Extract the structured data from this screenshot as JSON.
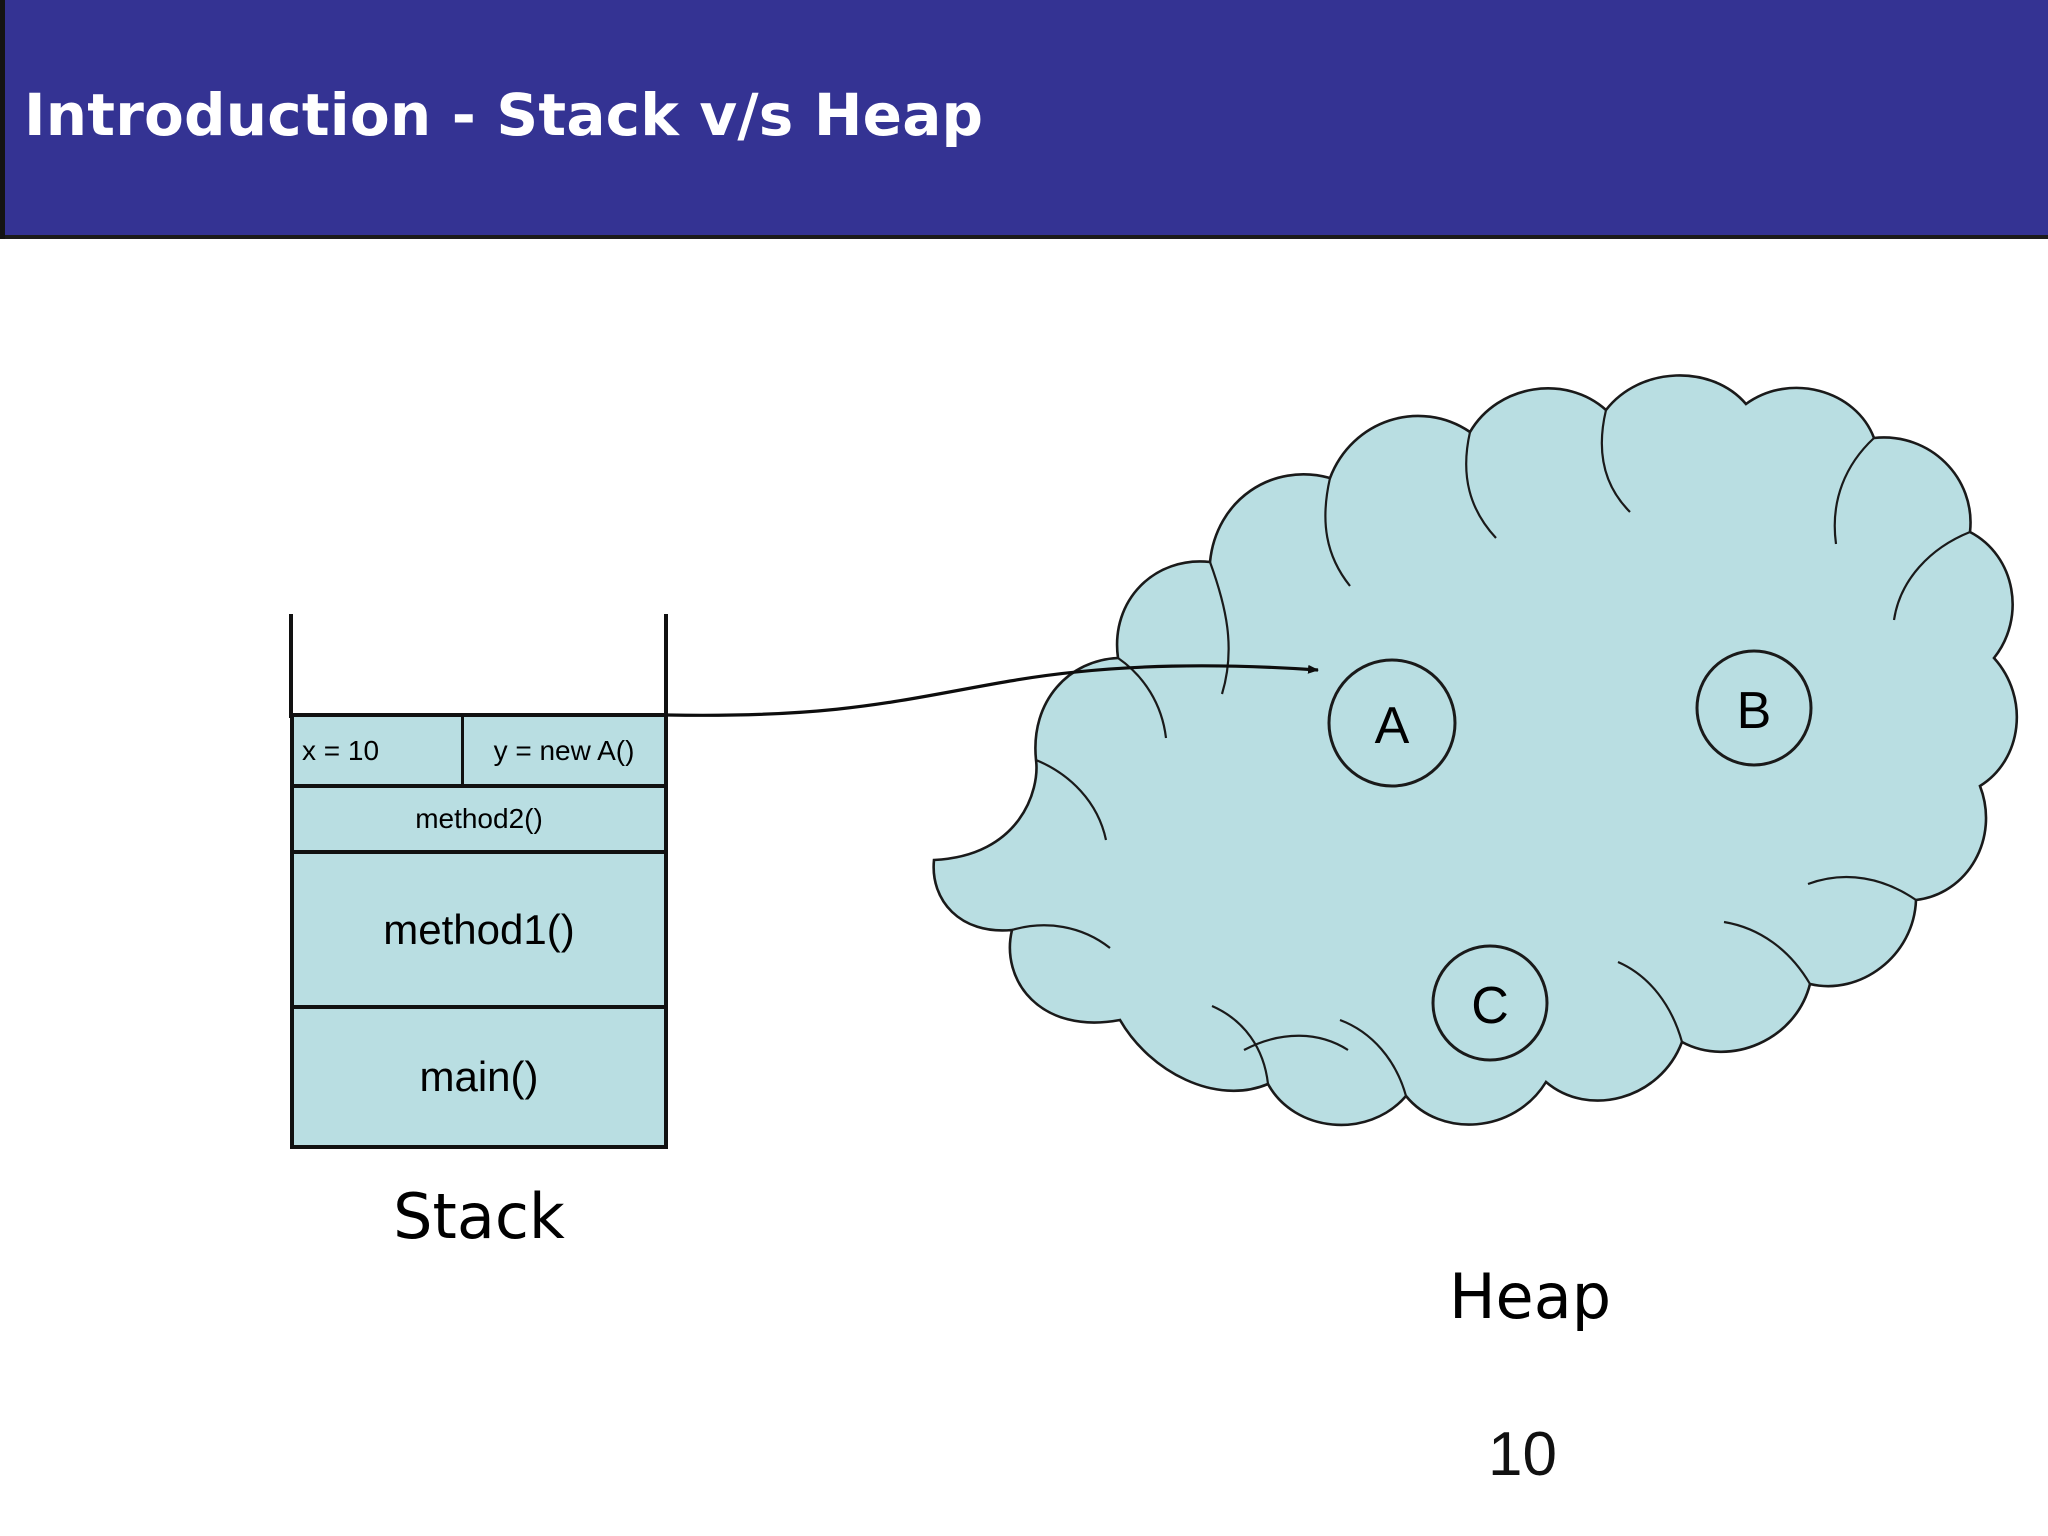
{
  "slide": {
    "title": "Introduction - Stack v/s Heap",
    "page_number": "10",
    "title_bar_color": "#343393",
    "title_text_color": "#ffffff",
    "background_color": "#ffffff"
  },
  "stack": {
    "label": "Stack",
    "fill_color": "#b9dee2",
    "border_color": "#111111",
    "frames": [
      {
        "name": "locals-row",
        "cells": [
          "x = 10",
          "y = new A()"
        ]
      },
      {
        "name": "method2-frame",
        "label": "method2()"
      },
      {
        "name": "method1-frame",
        "label": "method1()"
      },
      {
        "name": "main-frame",
        "label": "main()"
      }
    ]
  },
  "heap": {
    "label": "Heap",
    "fill_color": "#b9dee2",
    "outline_color": "#1a1a1a",
    "objects": [
      {
        "id": "object-a",
        "label": "A"
      },
      {
        "id": "object-b",
        "label": "B"
      },
      {
        "id": "object-c",
        "label": "C"
      }
    ]
  },
  "pointer": {
    "name": "reference-arrow",
    "from": "y = new A()",
    "to": "A",
    "color": "#0d0d0d"
  }
}
